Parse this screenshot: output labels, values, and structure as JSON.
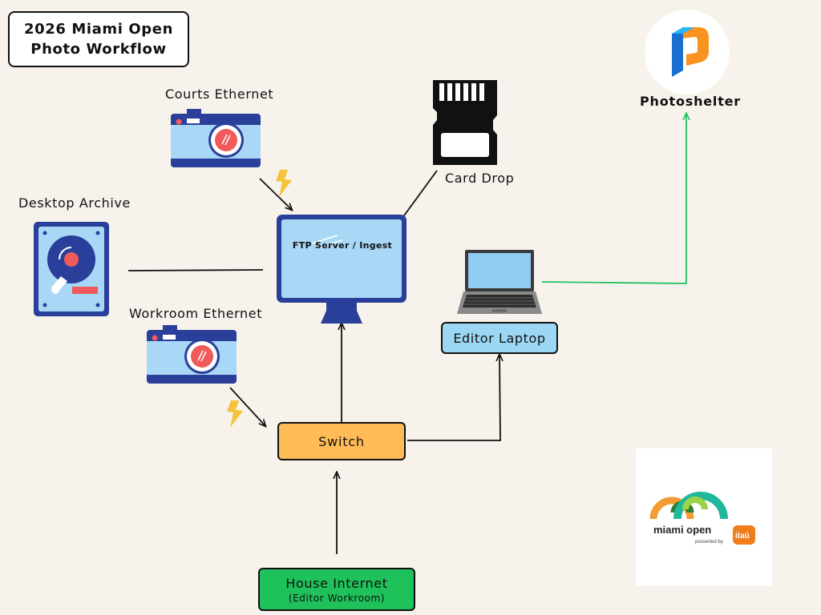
{
  "title": {
    "line1": "2026 Miami Open",
    "line2": "Photo Workflow"
  },
  "nodes": {
    "courts_ethernet": "Courts Ethernet",
    "card_drop": "Card Drop",
    "desktop_archive": "Desktop Archive",
    "ftp_server": "FTP Server / Ingest",
    "workroom_ethernet": "Workroom Ethernet",
    "editor_laptop": "Editor Laptop",
    "switch": "Switch",
    "house_internet": "House Internet",
    "house_internet_sub": "(Editor Workroom)",
    "photoshelter": "Photoshelter"
  },
  "logos": {
    "miami_open": "miami open",
    "presented_by": "presented by",
    "sponsor": "itaú"
  },
  "colors": {
    "background": "#f7f3ec",
    "camera_blue": "#2a3f9a",
    "camera_light": "#a8d8f5",
    "lens_red": "#f05a5a",
    "switch_orange": "#ffbb55",
    "editor_blue": "#9bd7f3",
    "internet_green": "#1ec15a",
    "upload_line_green": "#20c060",
    "lightning_yellow": "#f5c33b"
  },
  "icons": [
    "camera-icon",
    "sd-card-icon",
    "hard-drive-icon",
    "monitor-icon",
    "laptop-icon",
    "lightning-icon",
    "photoshelter-logo",
    "miami-open-logo"
  ]
}
